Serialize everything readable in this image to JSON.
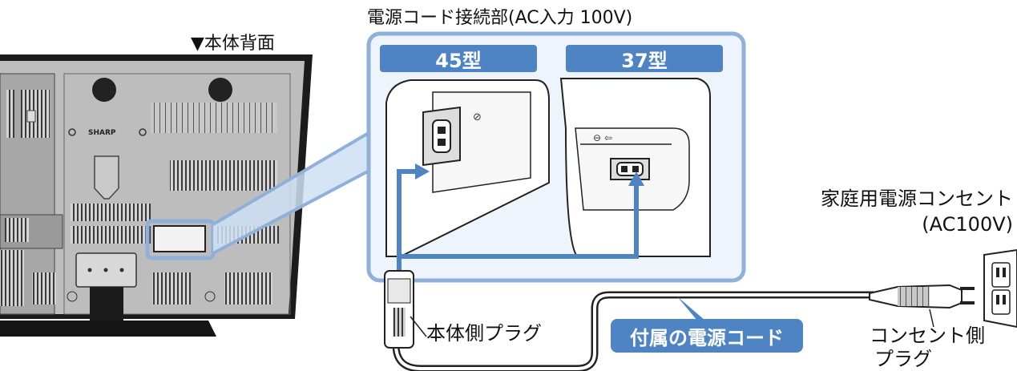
{
  "labels": {
    "rear_view": "▼本体背面",
    "power_section": "電源コード接続部(AC入力 100V)",
    "model_45": "45型",
    "model_37": "37型",
    "outlet_line1": "家庭用電源コンセント",
    "outlet_line2": "(AC100V)",
    "tv_plug": "本体側プラグ",
    "supplied_cord": "付属の電源コード",
    "outlet_plug_line1": "コンセント側",
    "outlet_plug_line2": "プラグ",
    "brand": "SHARP"
  },
  "colors": {
    "accent_blue": "#4e84c4",
    "frame_blue": "#8fb0d9",
    "panel_fill": "#eef4fb",
    "tv_gray": "#b9b9b9",
    "tv_dark": "#1e1e1e"
  }
}
